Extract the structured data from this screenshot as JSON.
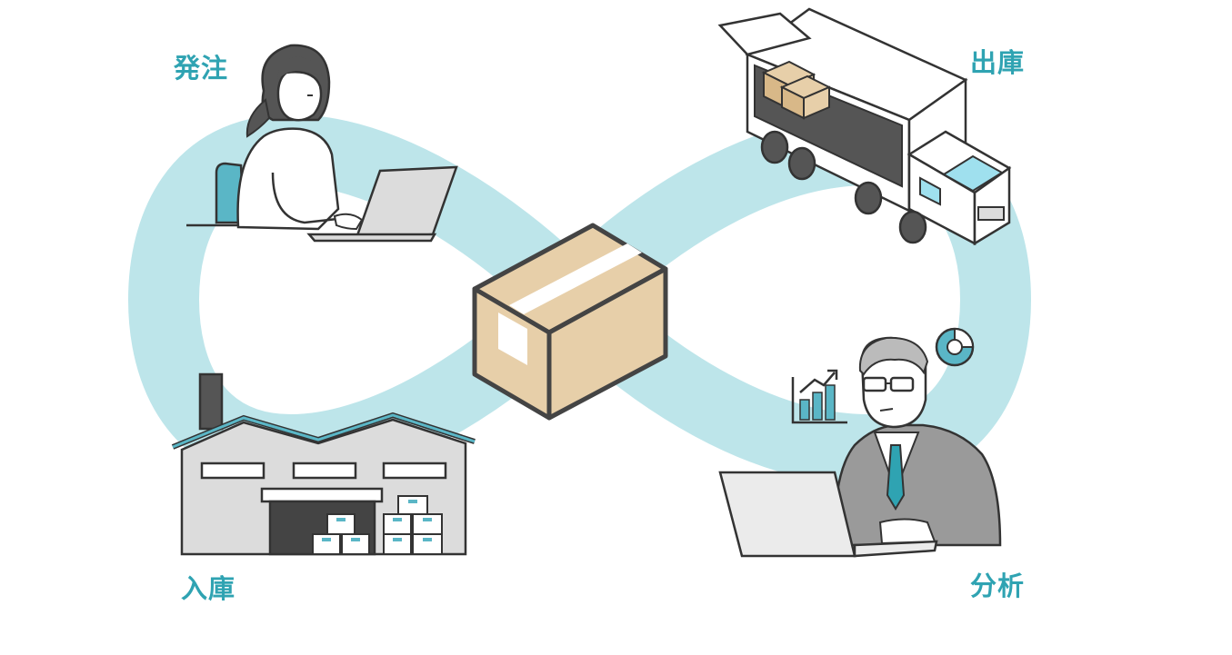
{
  "labels": {
    "order": "発注",
    "shipping": "出庫",
    "receiving": "入庫",
    "analysis": "分析"
  },
  "colors": {
    "loop": "#bde5ea",
    "accent": "#2fa3b2",
    "teal_fill": "#5ab6c6",
    "outline": "#333333",
    "box": "#e7cfa9",
    "gray_building": "#dcdcdc",
    "dark_gray": "#555555",
    "truck_window": "#9fe0ee"
  },
  "icons": {
    "order_person": "woman-at-laptop-icon",
    "shipping_vehicle": "delivery-truck-icon",
    "receiving_building": "warehouse-icon",
    "analysis_person": "man-at-laptop-icon",
    "center": "cardboard-box-icon",
    "chart": "bar-chart-icon",
    "donut": "donut-chart-icon"
  }
}
